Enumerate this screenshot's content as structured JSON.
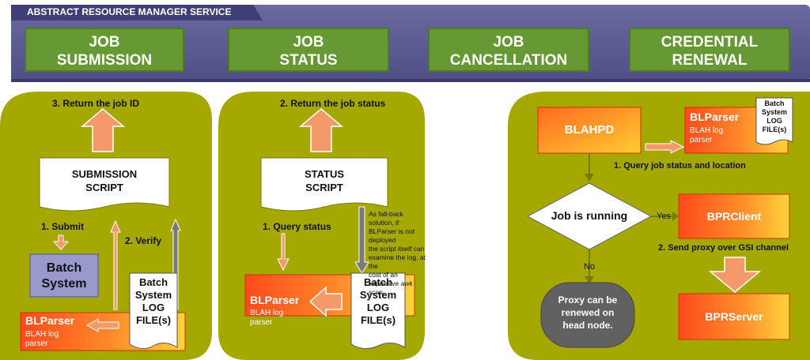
{
  "service": {
    "title": "ABSTRACT RESOURCE MANAGER SERVICE",
    "buttons": [
      {
        "line1": "JOB",
        "line2": "SUBMISSION"
      },
      {
        "line1": "JOB",
        "line2": "STATUS"
      },
      {
        "line1": "JOB",
        "line2": "CANCELLATION"
      },
      {
        "line1": "CREDENTIAL",
        "line2": "RENEWAL"
      }
    ]
  },
  "submission": {
    "return_label": "3. Return the job ID",
    "script_line1": "SUBMISSION",
    "script_line2": "SCRIPT",
    "submit_label": "1. Submit",
    "verify_label": "2. Verify",
    "batch_line1": "Batch",
    "batch_line2": "System",
    "log_lines": [
      "Batch",
      "System",
      "LOG",
      "FILE(s)"
    ],
    "blparser_title": "BLParser",
    "blparser_sub1": "BLAH log",
    "blparser_sub2": "parser"
  },
  "status": {
    "return_label": "2. Return the job status",
    "script_line1": "STATUS",
    "script_line2": "SCRIPT",
    "query_label": "1. Query status",
    "fallback_lines": [
      "As fall-back solution, if",
      "BLParser is not deployed",
      "the script itself can",
      "examine the log, at the",
      "cost of an expensive",
      "scan."
    ],
    "fallback_awk": "awk",
    "log_lines": [
      "Batch",
      "System",
      "LOG",
      "FILE(s)"
    ],
    "blparser_title": "BLParser",
    "blparser_sub1": "BLAH log",
    "blparser_sub2": "parser"
  },
  "renewal": {
    "blahpd": "BLAHPD",
    "blparser_title": "BLParser",
    "blparser_sub1": "BLAH log",
    "blparser_sub2": "parser",
    "log_lines": [
      "Batch",
      "System",
      "LOG",
      "FILE(s)"
    ],
    "query_label": "1. Query job status and location",
    "decision": "Job is running",
    "yes": "Yes",
    "no": "No",
    "bprclient": "BPRClient",
    "send_label": "2. Send proxy over GSI channel",
    "bprserver": "BPRServer",
    "proxy_lines": [
      "Proxy can be",
      "renewed on",
      "head node."
    ]
  },
  "colors": {
    "service_band": "#5c5c93",
    "button_green": "#669933",
    "panel_olive": "#a5a800",
    "arrow_fill": "#f49a6a",
    "batch_box": "#9999cc",
    "gray_node": "#616161"
  }
}
